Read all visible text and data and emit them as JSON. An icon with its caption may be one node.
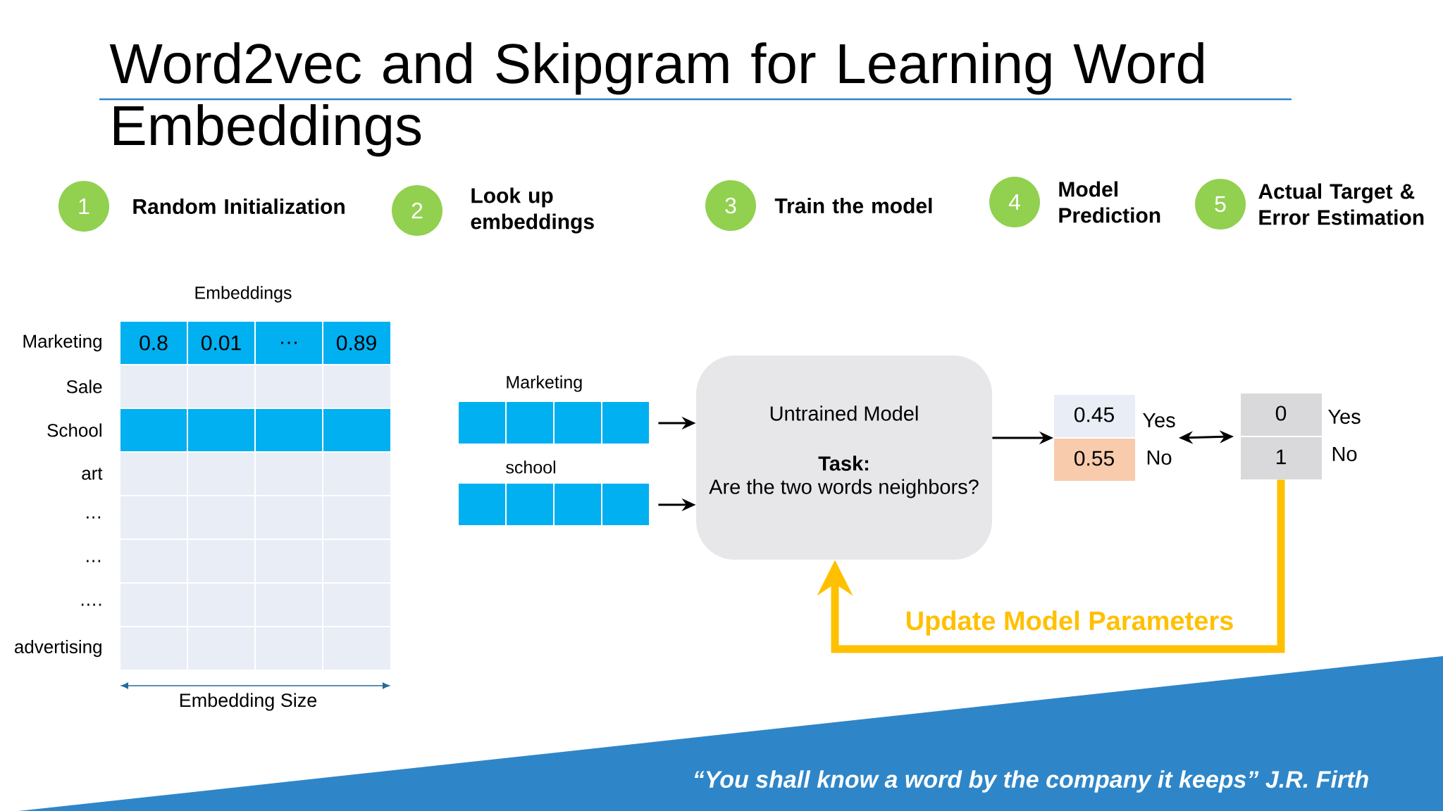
{
  "diagram": {
    "title": "Word2vec and Skipgram for Learning Word Embeddings",
    "nodes": [
      {
        "text": [
          "1"
        ],
        "beside": [
          "Random Initialization"
        ]
      },
      {
        "text": [
          "2"
        ],
        "beside": [
          "Look up embeddings"
        ]
      },
      {
        "text": [
          "3"
        ],
        "beside": [
          "Train the model"
        ]
      },
      {
        "text": [
          "4"
        ],
        "beside": [
          "Model Prediction"
        ]
      },
      {
        "text": [
          "5"
        ],
        "beside": [
          "Actual Target & Error Estimation"
        ]
      },
      {
        "text": [
          "Marketing"
        ]
      },
      {
        "text": [
          "school"
        ]
      },
      {
        "text": [
          "Untrained Model",
          "Task:",
          "Are the two words neighbors?"
        ]
      },
      {
        "text": [
          "0.45",
          "0.55"
        ],
        "beside": [
          "Yes",
          "No"
        ]
      },
      {
        "text": [
          "0",
          "1"
        ],
        "beside": [
          "Yes",
          "No"
        ]
      }
    ],
    "edges": [
      {
        "from": 5,
        "to": 7,
        "arrow": "to"
      },
      {
        "from": 6,
        "to": 7,
        "arrow": "to"
      },
      {
        "from": 7,
        "to": 8,
        "arrow": "to"
      },
      {
        "from": 8,
        "to": 9,
        "arrow": "both"
      },
      {
        "from": 9,
        "to": 7,
        "arrow": "to",
        "label": "Update Model Parameters",
        "style": "thick",
        "color": "#ffc000"
      }
    ],
    "labels": [
      "Embeddings",
      "Marketing",
      "0.8",
      "0.01",
      "…",
      "0.89",
      "Sale",
      "School",
      "art",
      "…",
      "…",
      "….",
      "advertising",
      "Embedding Size",
      "“You shall know a word by the company it keeps” J.R. Firth"
    ]
  }
}
